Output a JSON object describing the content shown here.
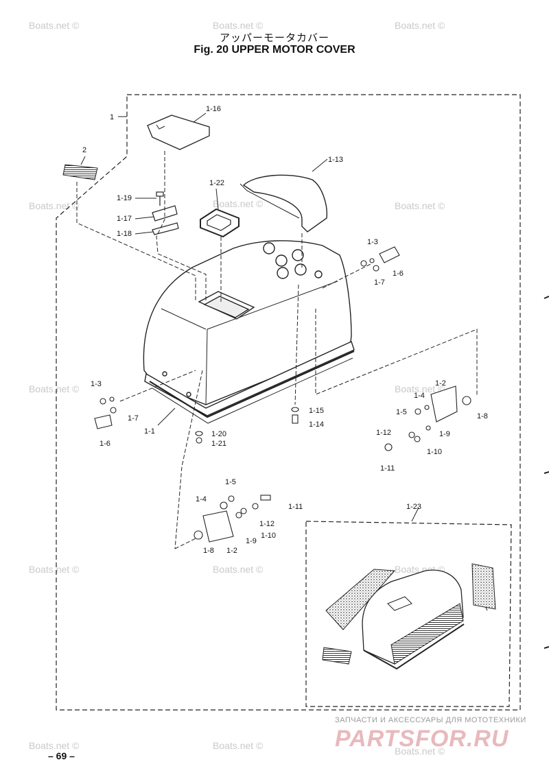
{
  "header": {
    "title_jp": "アッパーモータカバー",
    "title_en": "Fig. 20   UPPER MOTOR COVER"
  },
  "watermark": "Boats.net ©",
  "labels": {
    "l1": "1",
    "l2": "2",
    "l1_16": "1-16",
    "l1_13": "1-13",
    "l1_22": "1-22",
    "l1_19": "1-19",
    "l1_17": "1-17",
    "l1_18": "1-18",
    "l1_3_top": "1-3",
    "l1_6_top": "1-6",
    "l1_7_top": "1-7",
    "l1_3_left": "1-3",
    "l1_7_left": "1-7",
    "l1_6_left": "1-6",
    "l1_1": "1-1",
    "l1_20": "1-20",
    "l1_21": "1-21",
    "l1_15": "1-15",
    "l1_14": "1-14",
    "l1_2_r": "1-2",
    "l1_4_r": "1-4",
    "l1_5_r": "1-5",
    "l1_8_r": "1-8",
    "l1_12_r": "1-12",
    "l1_9_r": "1-9",
    "l1_10_r": "1-10",
    "l1_11_r": "1-11",
    "l1_5_b": "1-5",
    "l1_4_b": "1-4",
    "l1_11_b": "1-11",
    "l1_12_b": "1-12",
    "l1_10_b": "1-10",
    "l1_9_b": "1-9",
    "l1_8_b": "1-8",
    "l1_2_b": "1-2",
    "l1_23": "1-23"
  },
  "footer": {
    "page_number": "– 69 –",
    "brand_sub": "ЗАПЧАСТИ И АКСЕССУАРЫ ДЛЯ МОТОТЕХНИКИ",
    "brand_logo": "PARTSFOR.RU"
  }
}
